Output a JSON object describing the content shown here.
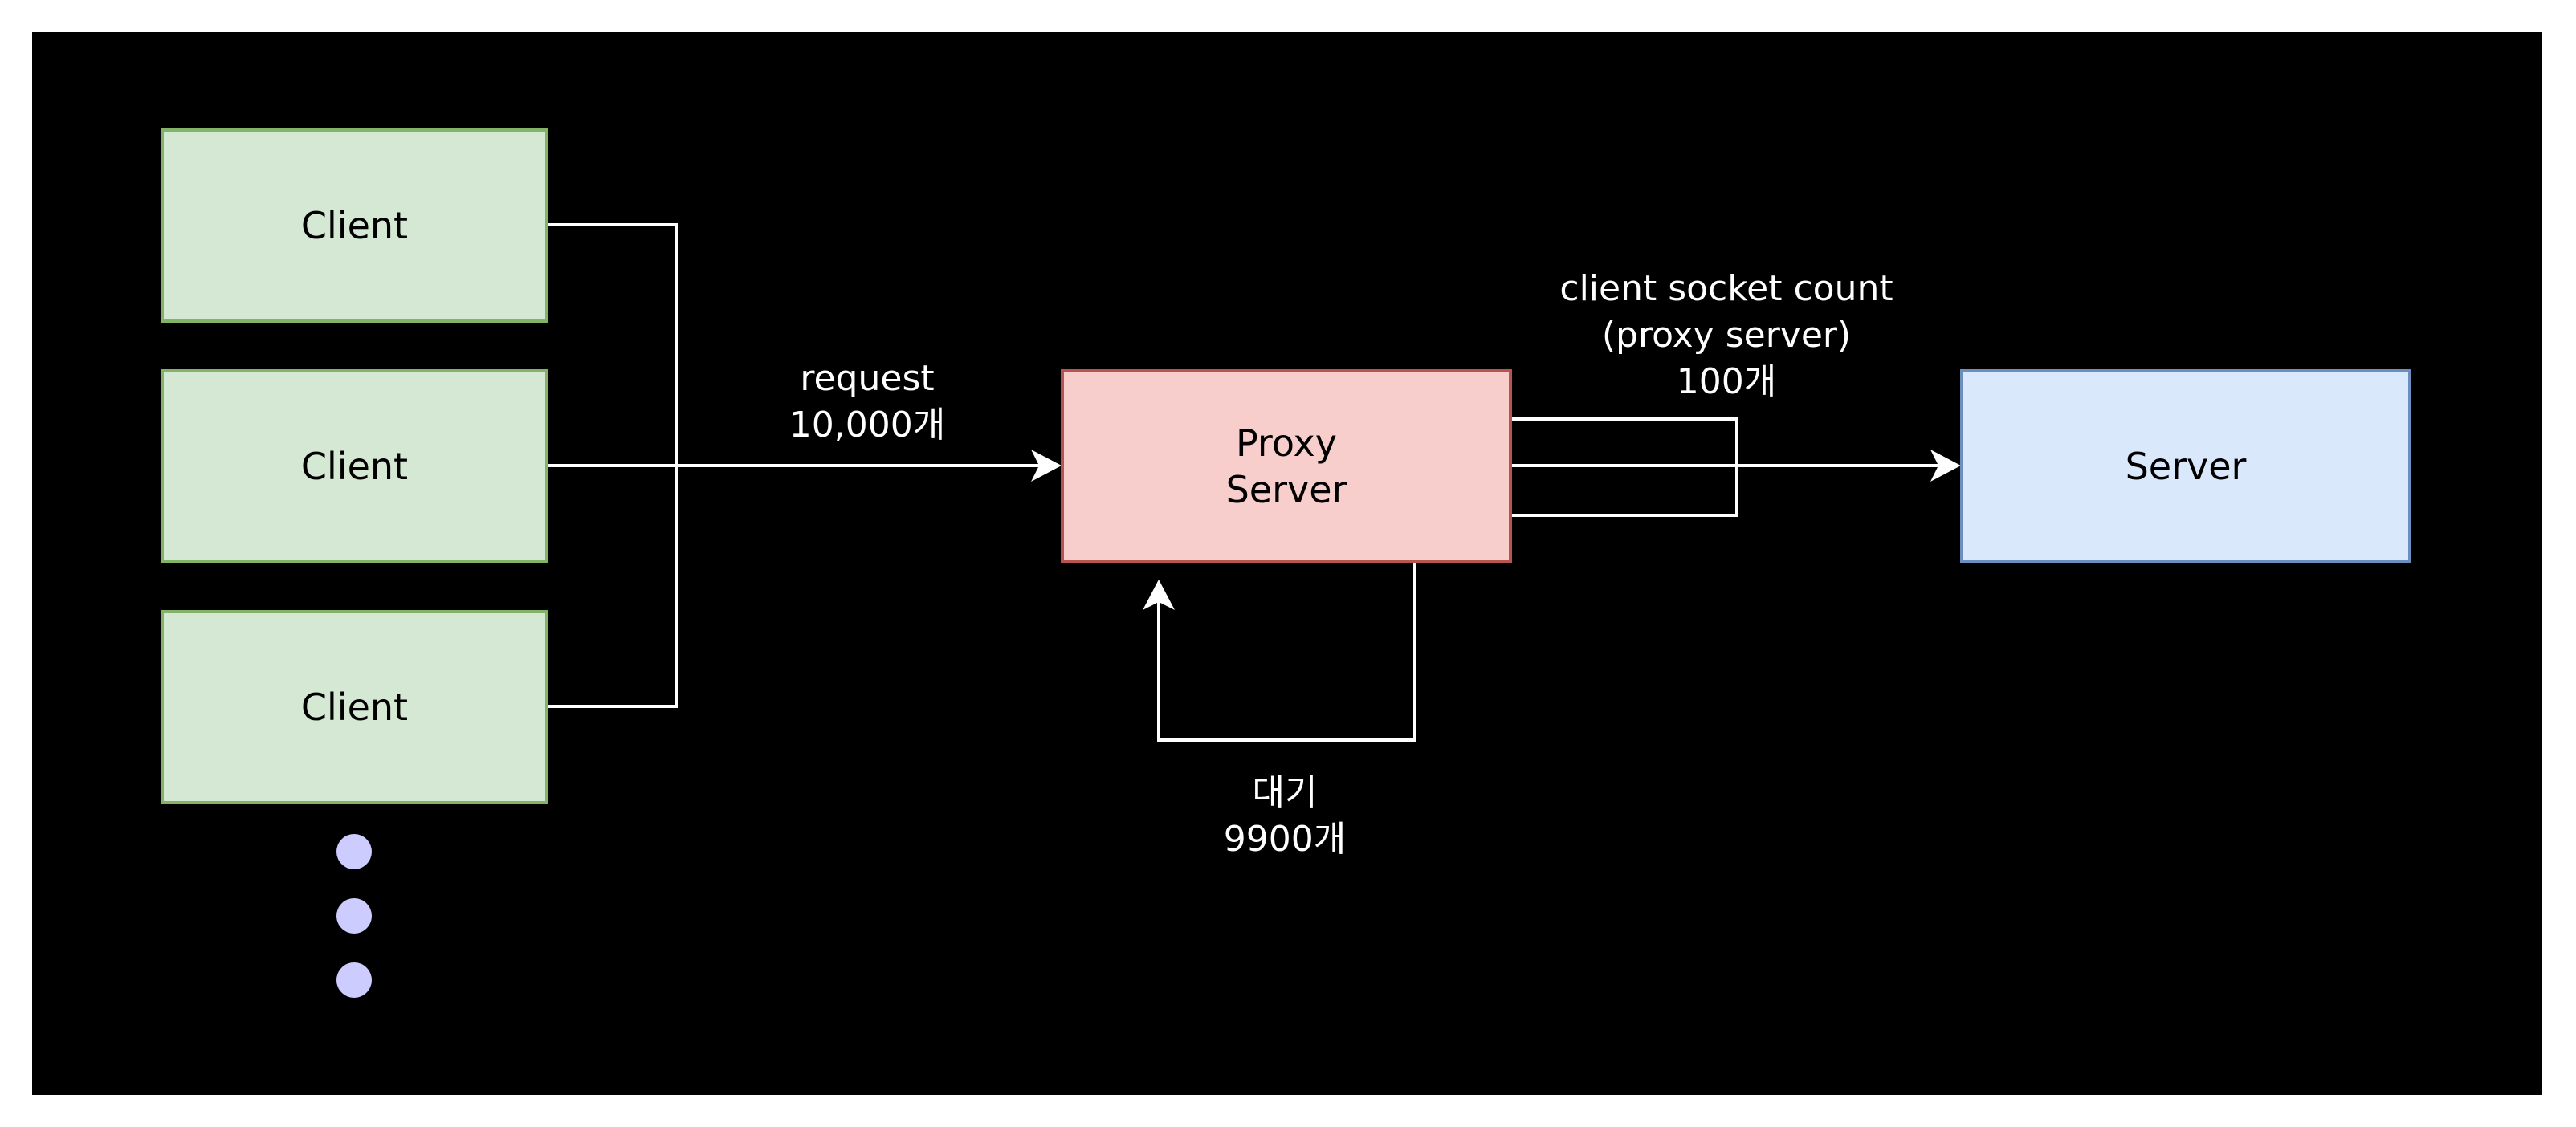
{
  "colors": {
    "background": "#000000",
    "page": "#ffffff",
    "wire": "#ffffff",
    "client_fill": "#d5e8d4",
    "client_border": "#82b366",
    "proxy_fill": "#f8cecc",
    "proxy_border": "#b85450",
    "server_fill": "#dae8fc",
    "server_border": "#6c8ebf",
    "ellipsis_dot": "#ccccff"
  },
  "nodes": {
    "clients": [
      {
        "label": "Client"
      },
      {
        "label": "Client"
      },
      {
        "label": "Client"
      }
    ],
    "proxy": {
      "label": "Proxy\nServer"
    },
    "server": {
      "label": "Server"
    }
  },
  "labels": {
    "request": "request\n10,000개",
    "socket_count": "client socket count\n(proxy server)\n100개",
    "waiting": "대기\n9900개"
  }
}
